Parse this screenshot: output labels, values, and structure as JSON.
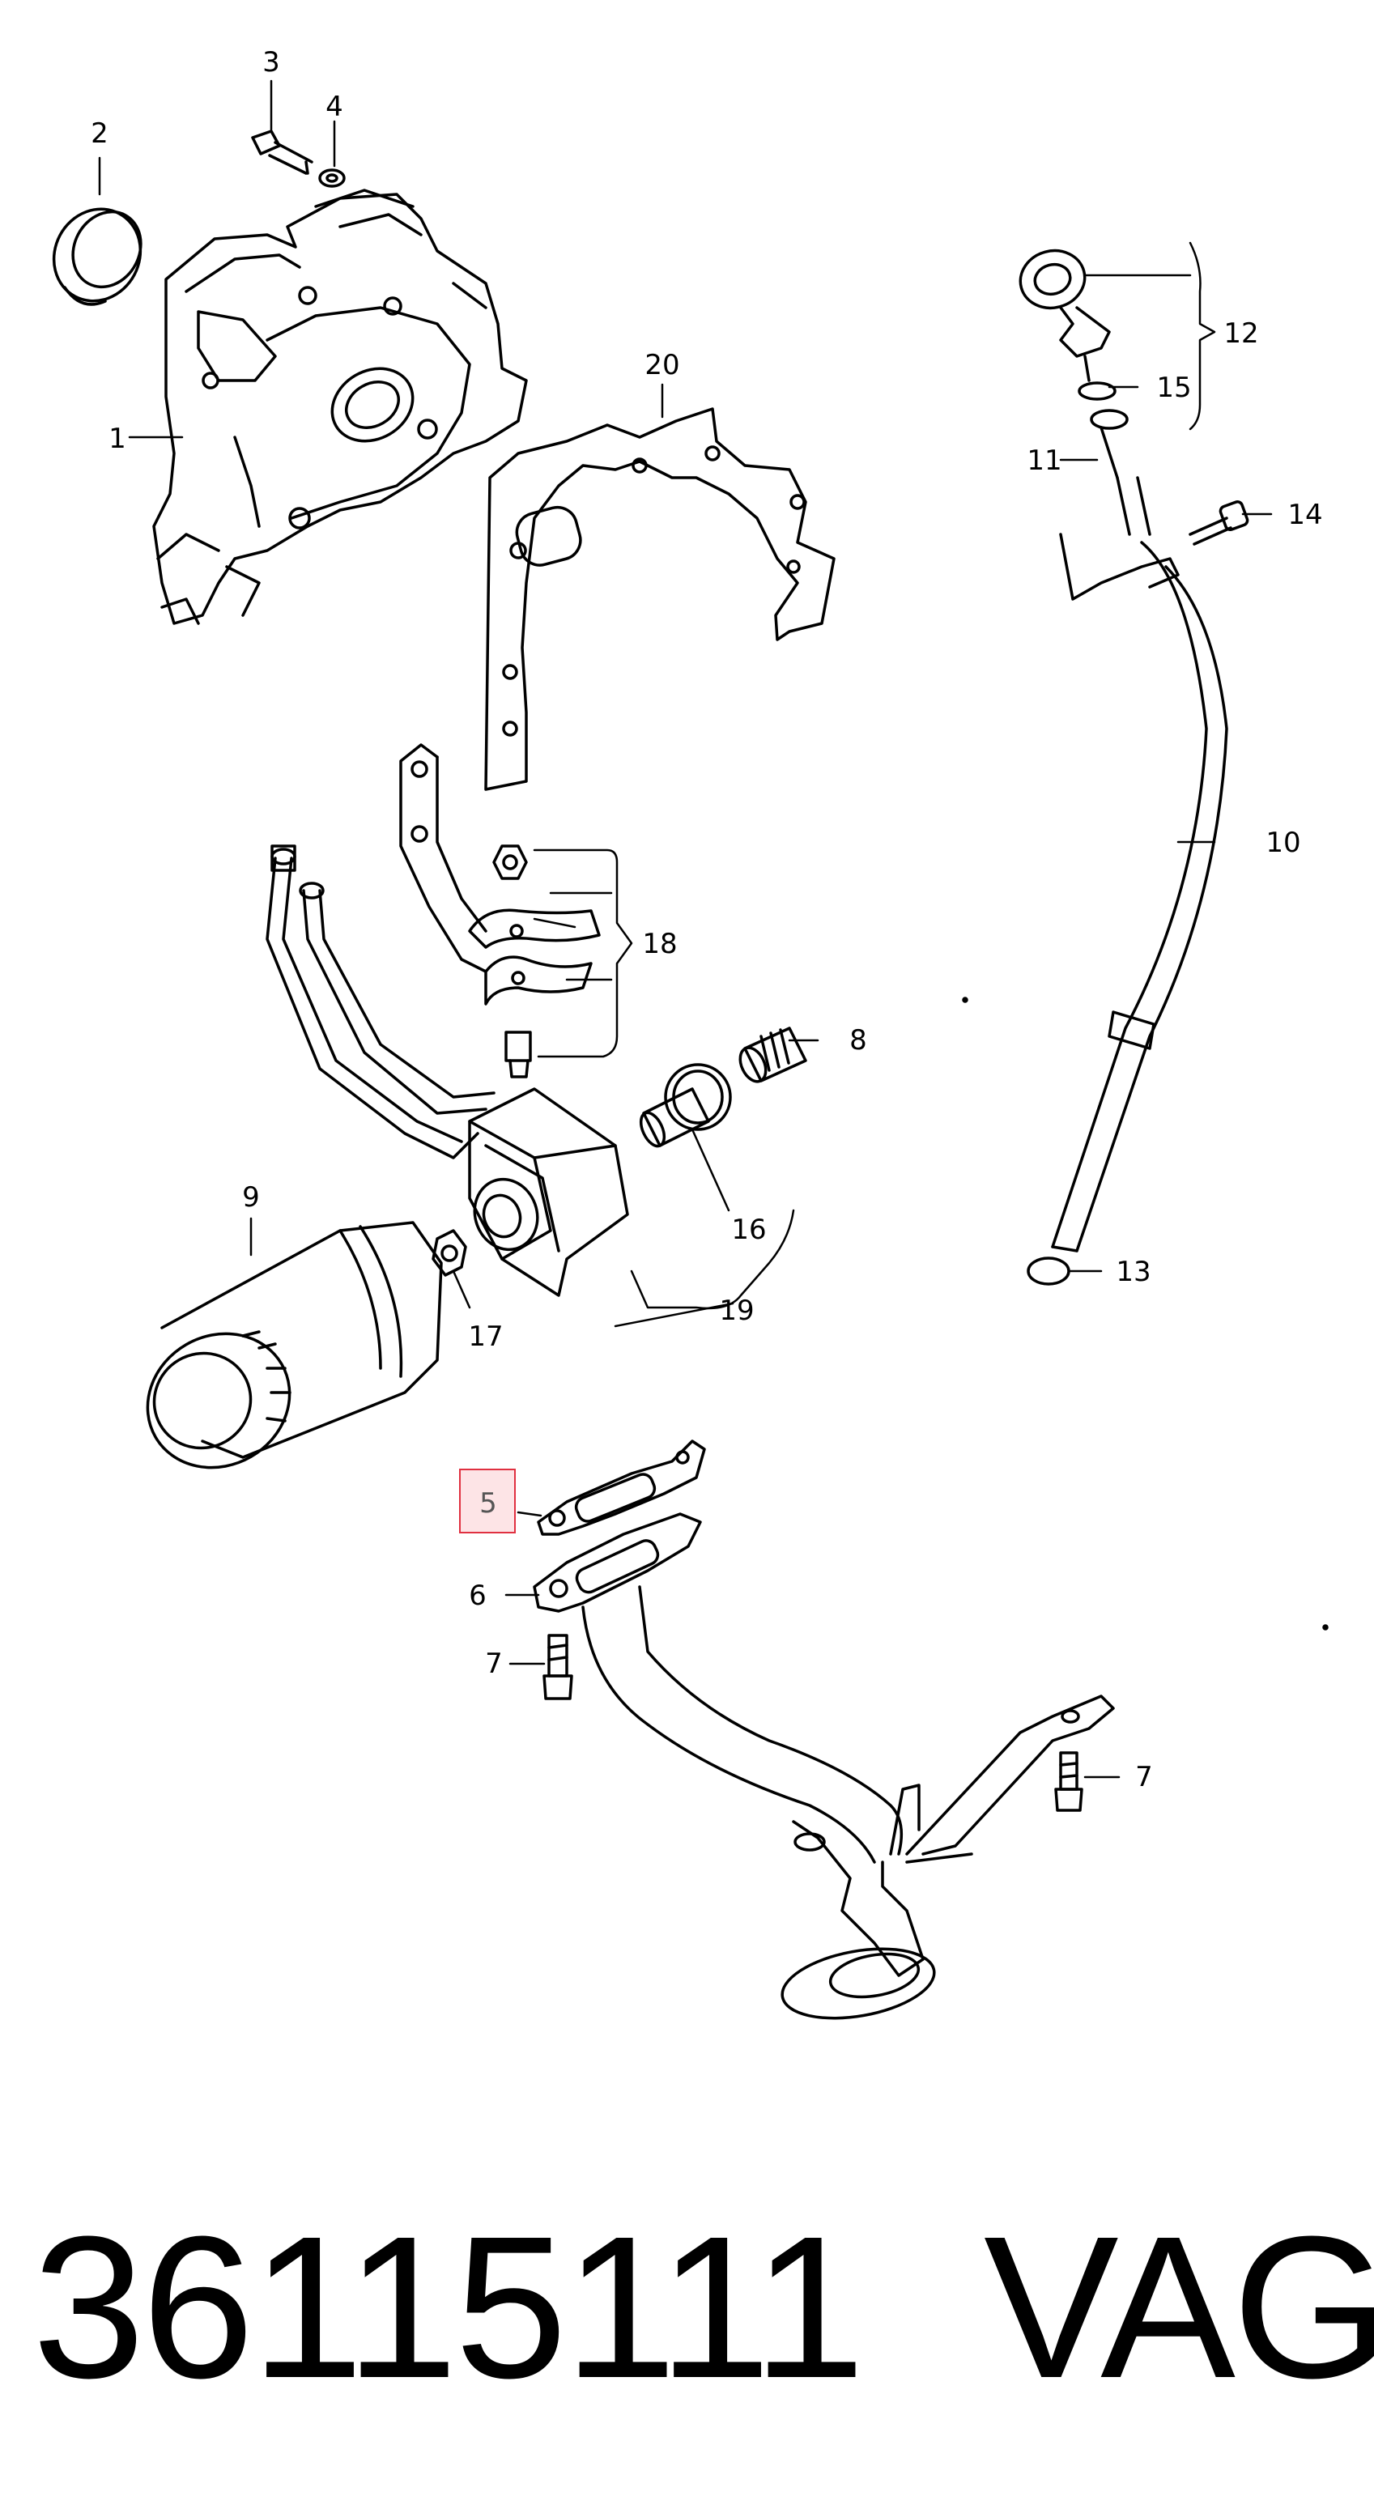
{
  "callouts": [
    {
      "id": "c1",
      "text": "1"
    },
    {
      "id": "c2",
      "text": "2"
    },
    {
      "id": "c3",
      "text": "3"
    },
    {
      "id": "c4",
      "text": "4"
    },
    {
      "id": "c5",
      "text": "5"
    },
    {
      "id": "c6",
      "text": "6"
    },
    {
      "id": "c7a",
      "text": "7"
    },
    {
      "id": "c7b",
      "text": "7"
    },
    {
      "id": "c8",
      "text": "8"
    },
    {
      "id": "c9",
      "text": "9"
    },
    {
      "id": "c10",
      "text": "10"
    },
    {
      "id": "c11",
      "text": "11"
    },
    {
      "id": "c12",
      "text": "12"
    },
    {
      "id": "c13",
      "text": "13"
    },
    {
      "id": "c14",
      "text": "14"
    },
    {
      "id": "c15",
      "text": "15"
    },
    {
      "id": "c16",
      "text": "16"
    },
    {
      "id": "c17",
      "text": "17"
    },
    {
      "id": "c18",
      "text": "18"
    },
    {
      "id": "c19",
      "text": "19"
    },
    {
      "id": "c20",
      "text": "20"
    }
  ],
  "highlighted_callout": "5",
  "highlight_color": "#e03040",
  "footer": {
    "part_number": "36115111",
    "brand": "VAG"
  }
}
